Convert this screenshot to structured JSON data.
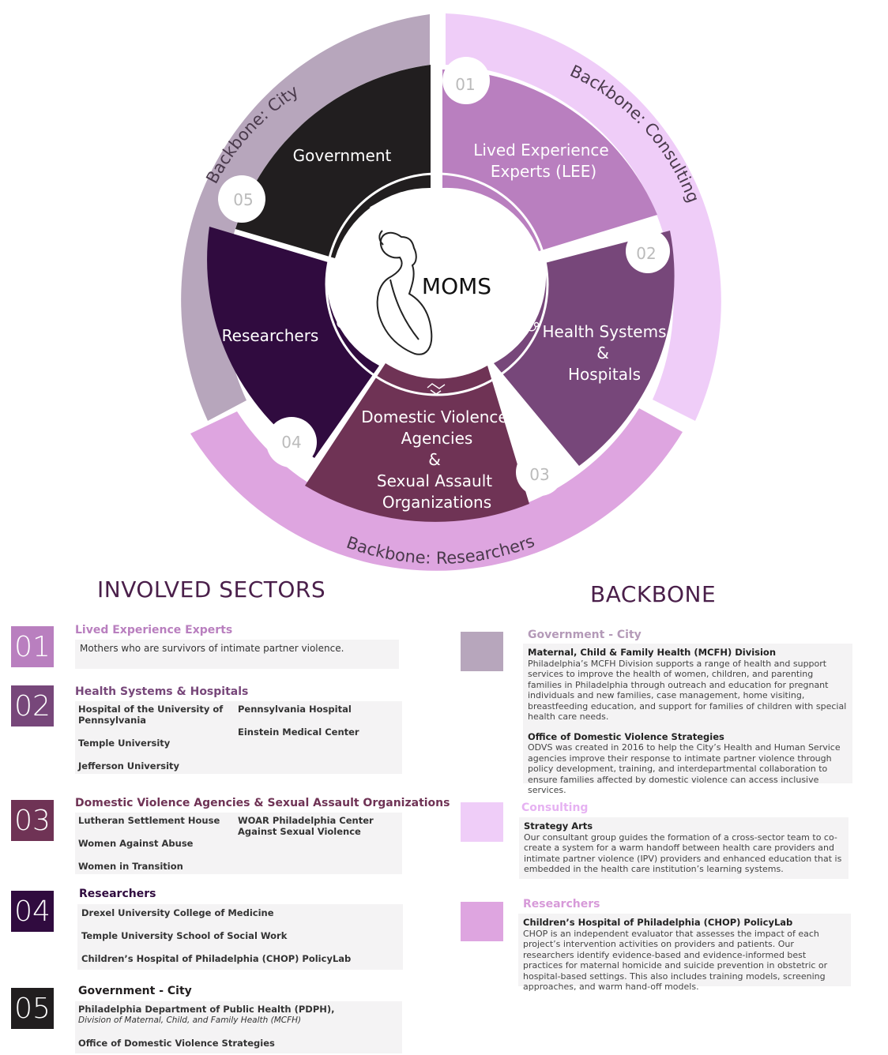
{
  "wheel": {
    "center_label": "MOMS",
    "segments": [
      {
        "number": "01",
        "label_lines": [
          "Lived Experience",
          "Experts (LEE)"
        ],
        "color": "#b97fbf",
        "icon": "people-circle-icon"
      },
      {
        "number": "02",
        "label_lines": [
          "Health Systems",
          "&",
          "Hospitals"
        ],
        "color": "#77477a",
        "icon": "stethoscope-icon"
      },
      {
        "number": "03",
        "label_lines": [
          "Domestic Violence",
          "Agencies",
          "&",
          "Sexual Assault",
          "Organizations"
        ],
        "color": "#6f3355",
        "icon": "handshake-icon"
      },
      {
        "number": "04",
        "label_lines": [
          "Researchers"
        ],
        "color": "#300b3f",
        "icon": "magnifier-icon"
      },
      {
        "number": "05",
        "label_lines": [
          "Government"
        ],
        "color": "#211e1f",
        "icon": "building-icon"
      }
    ],
    "backbones": [
      {
        "label": "Backbone: City",
        "color": "#b7a6bc"
      },
      {
        "label": "Backbone: Consulting",
        "color": "#efcdf8"
      },
      {
        "label": "Backbone: Researchers",
        "color": "#dea5e0"
      }
    ]
  },
  "involved": {
    "heading": "INVOLVED SECTORS",
    "sectors": [
      {
        "number": "01",
        "title": "Lived Experience Experts",
        "color": "#b97fbf",
        "description": "Mothers who are survivors of intimate partner violence."
      },
      {
        "number": "02",
        "title": "Health Systems & Hospitals",
        "color": "#77477a",
        "col1": [
          "Hospital of the University of Pennsylvania",
          "Temple University",
          "Jefferson University"
        ],
        "col2": [
          "Pennsylvania Hospital",
          "Einstein Medical Center"
        ]
      },
      {
        "number": "03",
        "title": "Domestic Violence Agencies & Sexual Assault Organizations",
        "color": "#6f3355",
        "col1": [
          "Lutheran Settlement House",
          "Women Against Abuse",
          "Women in Transition"
        ],
        "col2": [
          "WOAR Philadelphia Center Against Sexual Violence"
        ]
      },
      {
        "number": "04",
        "title": "Researchers",
        "color": "#300b3f",
        "col1": [
          "Drexel University College of Medicine",
          "Temple University School of Social Work",
          "Children’s Hospital of Philadelphia (CHOP) PolicyLab"
        ]
      },
      {
        "number": "05",
        "title": "Government - City",
        "color": "#211e1f",
        "item1": "Philadelphia Department of Public Health (PDPH),",
        "item1_sub": "Division of Maternal, Child, and Family Health (MCFH)",
        "item2": "Office of Domestic Violence Strategies"
      }
    ]
  },
  "backbone": {
    "heading": "BACKBONE",
    "groups": [
      {
        "title": "Government - City",
        "color": "#b7a6bc",
        "title_color": "#b49ab8",
        "entries": [
          {
            "name": "Maternal, Child & Family Health (MCFH) Division",
            "text": "Philadelphia’s MCFH Division supports a range of health and support services to improve the health of women, children, and parenting families in Philadelphia through outreach and education for pregnant individuals and new families, case management, home visiting, breastfeeding education, and support for families of children with special health care needs."
          },
          {
            "name": "Office of Domestic Violence Strategies",
            "text": "ODVS was created in 2016 to help the City’s Health and Human Service agencies improve their response to intimate partner violence through policy development, training, and interdepartmental collaboration to ensure families affected by domestic violence can access inclusive services."
          }
        ]
      },
      {
        "title": "Consulting",
        "color": "#efcdf8",
        "title_color": "#e6b2f2",
        "entries": [
          {
            "name": "Strategy Arts",
            "text": "Our consultant group guides the formation of a cross-sector team to co-create a system for a warm handoff between health care providers and intimate partner violence (IPV) providers and enhanced education that is embedded in the health care institution’s learning systems."
          }
        ]
      },
      {
        "title": "Researchers",
        "color": "#dea5e0",
        "title_color": "#d79ad9",
        "entries": [
          {
            "name": "Children’s Hospital of Philadelphia (CHOP) PolicyLab",
            "text": "CHOP is an independent evaluator that assesses the impact of each project’s intervention activities on providers and patients. Our researchers identify evidence-based and evidence-informed best practices for maternal homicide and suicide prevention in obstetric or hospital-based settings. This also includes training models, screening approaches, and warm hand-off models."
          }
        ]
      }
    ]
  }
}
